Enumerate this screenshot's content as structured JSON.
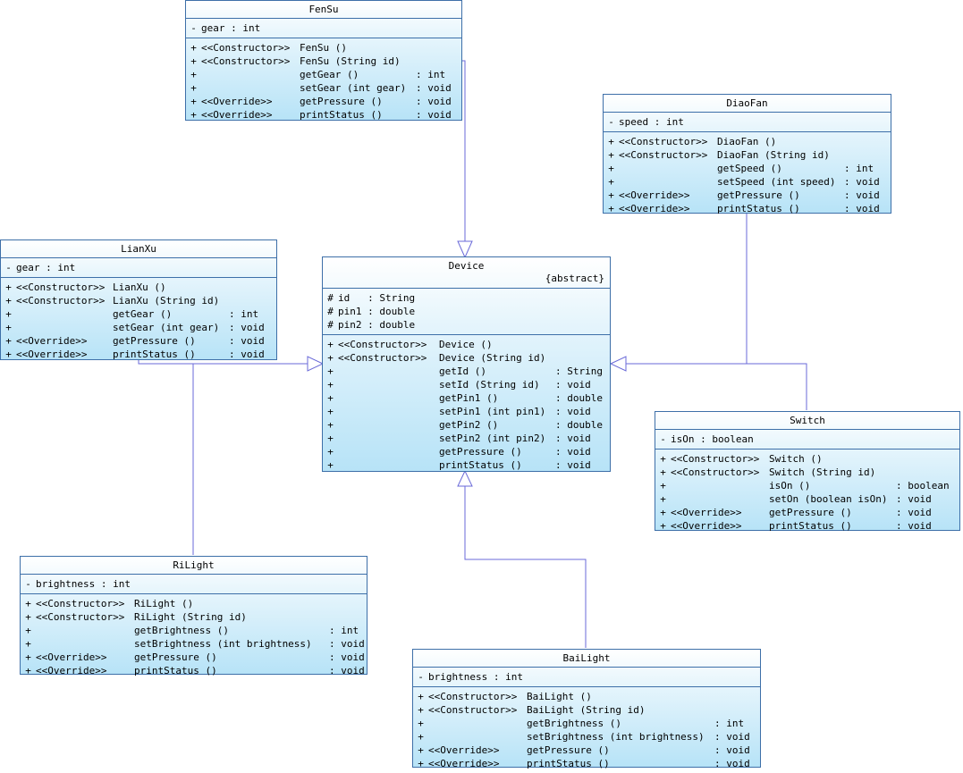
{
  "classes": {
    "fensu": {
      "name": "FenSu",
      "attributes": [
        {
          "vis": "-",
          "text": "gear : int"
        }
      ],
      "methods": [
        {
          "vis": "+",
          "stereo": "<<Constructor>>",
          "sig": "FenSu ()",
          "ret": ""
        },
        {
          "vis": "+",
          "stereo": "<<Constructor>>",
          "sig": "FenSu (String id)",
          "ret": ""
        },
        {
          "vis": "+",
          "stereo": "",
          "sig": "getGear ()",
          "ret": ": int"
        },
        {
          "vis": "+",
          "stereo": "",
          "sig": "setGear (int gear)",
          "ret": ": void"
        },
        {
          "vis": "+",
          "stereo": "<<Override>>",
          "sig": "getPressure ()",
          "ret": ": void"
        },
        {
          "vis": "+",
          "stereo": "<<Override>>",
          "sig": "printStatus ()",
          "ret": ": void"
        }
      ]
    },
    "diaofan": {
      "name": "DiaoFan",
      "attributes": [
        {
          "vis": "-",
          "text": "speed : int"
        }
      ],
      "methods": [
        {
          "vis": "+",
          "stereo": "<<Constructor>>",
          "sig": "DiaoFan ()",
          "ret": ""
        },
        {
          "vis": "+",
          "stereo": "<<Constructor>>",
          "sig": "DiaoFan (String id)",
          "ret": ""
        },
        {
          "vis": "+",
          "stereo": "",
          "sig": "getSpeed ()",
          "ret": ": int"
        },
        {
          "vis": "+",
          "stereo": "",
          "sig": "setSpeed (int speed)",
          "ret": ": void"
        },
        {
          "vis": "+",
          "stereo": "<<Override>>",
          "sig": "getPressure ()",
          "ret": ": void"
        },
        {
          "vis": "+",
          "stereo": "<<Override>>",
          "sig": "printStatus ()",
          "ret": ": void"
        }
      ]
    },
    "lianxu": {
      "name": "LianXu",
      "attributes": [
        {
          "vis": "-",
          "text": "gear : int"
        }
      ],
      "methods": [
        {
          "vis": "+",
          "stereo": "<<Constructor>>",
          "sig": "LianXu ()",
          "ret": ""
        },
        {
          "vis": "+",
          "stereo": "<<Constructor>>",
          "sig": "LianXu (String id)",
          "ret": ""
        },
        {
          "vis": "+",
          "stereo": "",
          "sig": "getGear ()",
          "ret": ": int"
        },
        {
          "vis": "+",
          "stereo": "",
          "sig": "setGear (int gear)",
          "ret": ": void"
        },
        {
          "vis": "+",
          "stereo": "<<Override>>",
          "sig": "getPressure ()",
          "ret": ": void"
        },
        {
          "vis": "+",
          "stereo": "<<Override>>",
          "sig": "printStatus ()",
          "ret": ": void"
        }
      ]
    },
    "device": {
      "name": "Device",
      "abstract_label": "{abstract}",
      "attributes": [
        {
          "vis": "#",
          "text": "id   : String"
        },
        {
          "vis": "#",
          "text": "pin1 : double"
        },
        {
          "vis": "#",
          "text": "pin2 : double"
        }
      ],
      "methods": [
        {
          "vis": "+",
          "stereo": "<<Constructor>>",
          "sig": "Device ()",
          "ret": ""
        },
        {
          "vis": "+",
          "stereo": "<<Constructor>>",
          "sig": "Device (String id)",
          "ret": ""
        },
        {
          "vis": "+",
          "stereo": "",
          "sig": "getId ()",
          "ret": ": String"
        },
        {
          "vis": "+",
          "stereo": "",
          "sig": "setId (String id)",
          "ret": ": void"
        },
        {
          "vis": "+",
          "stereo": "",
          "sig": "getPin1 ()",
          "ret": ": double"
        },
        {
          "vis": "+",
          "stereo": "",
          "sig": "setPin1 (int pin1)",
          "ret": ": void"
        },
        {
          "vis": "+",
          "stereo": "",
          "sig": "getPin2 ()",
          "ret": ": double"
        },
        {
          "vis": "+",
          "stereo": "",
          "sig": "setPin2 (int pin2)",
          "ret": ": void"
        },
        {
          "vis": "+",
          "stereo": "",
          "sig": "getPressure ()",
          "ret": ": void"
        },
        {
          "vis": "+",
          "stereo": "",
          "sig": "printStatus ()",
          "ret": ": void"
        }
      ]
    },
    "switch": {
      "name": "Switch",
      "attributes": [
        {
          "vis": "-",
          "text": "isOn : boolean"
        }
      ],
      "methods": [
        {
          "vis": "+",
          "stereo": "<<Constructor>>",
          "sig": "Switch ()",
          "ret": ""
        },
        {
          "vis": "+",
          "stereo": "<<Constructor>>",
          "sig": "Switch (String id)",
          "ret": ""
        },
        {
          "vis": "+",
          "stereo": "",
          "sig": "isOn ()",
          "ret": ": boolean"
        },
        {
          "vis": "+",
          "stereo": "",
          "sig": "setOn (boolean isOn)",
          "ret": ": void"
        },
        {
          "vis": "+",
          "stereo": "<<Override>>",
          "sig": "getPressure ()",
          "ret": ": void"
        },
        {
          "vis": "+",
          "stereo": "<<Override>>",
          "sig": "printStatus ()",
          "ret": ": void"
        }
      ]
    },
    "rilight": {
      "name": "RiLight",
      "attributes": [
        {
          "vis": "-",
          "text": "brightness : int"
        }
      ],
      "methods": [
        {
          "vis": "+",
          "stereo": "<<Constructor>>",
          "sig": "RiLight ()",
          "ret": ""
        },
        {
          "vis": "+",
          "stereo": "<<Constructor>>",
          "sig": "RiLight (String id)",
          "ret": ""
        },
        {
          "vis": "+",
          "stereo": "",
          "sig": "getBrightness ()",
          "ret": ": int"
        },
        {
          "vis": "+",
          "stereo": "",
          "sig": "setBrightness (int brightness)",
          "ret": ": void"
        },
        {
          "vis": "+",
          "stereo": "<<Override>>",
          "sig": "getPressure ()",
          "ret": ": void"
        },
        {
          "vis": "+",
          "stereo": "<<Override>>",
          "sig": "printStatus ()",
          "ret": ": void"
        }
      ]
    },
    "bailight": {
      "name": "BaiLight",
      "attributes": [
        {
          "vis": "-",
          "text": "brightness : int"
        }
      ],
      "methods": [
        {
          "vis": "+",
          "stereo": "<<Constructor>>",
          "sig": "BaiLight ()",
          "ret": ""
        },
        {
          "vis": "+",
          "stereo": "<<Constructor>>",
          "sig": "BaiLight (String id)",
          "ret": ""
        },
        {
          "vis": "+",
          "stereo": "",
          "sig": "getBrightness ()",
          "ret": ": int"
        },
        {
          "vis": "+",
          "stereo": "",
          "sig": "setBrightness (int brightness)",
          "ret": ": void"
        },
        {
          "vis": "+",
          "stereo": "<<Override>>",
          "sig": "getPressure ()",
          "ret": ": void"
        },
        {
          "vis": "+",
          "stereo": "<<Override>>",
          "sig": "printStatus ()",
          "ret": ": void"
        }
      ]
    }
  },
  "colors": {
    "border": "#3d6fa8",
    "connector": "#5b5bd6",
    "fill_bottom": "#b7e3f7"
  }
}
